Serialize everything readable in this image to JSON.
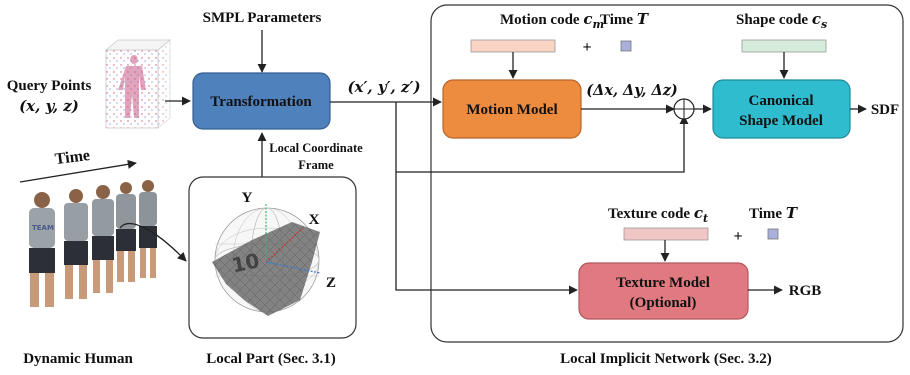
{
  "smpl": "SMPL Parameters",
  "query": {
    "title": "Query Points",
    "coords": "(x, y, z)"
  },
  "transformation": "Transformation",
  "transformed_coords": "(x′, y′, z′)",
  "local_frame": {
    "line1": "Local Coordinate",
    "line2": "Frame"
  },
  "time_arrow": "Time",
  "axes": {
    "x": "X",
    "y": "Y",
    "z": "Z"
  },
  "motion_code": {
    "label": "Motion code ",
    "symbol": "c",
    "sub": "m"
  },
  "motion_time": {
    "label": "Time ",
    "symbol": "T"
  },
  "shape_code": {
    "label": "Shape code ",
    "symbol": "c",
    "sub": "s"
  },
  "motion_model": "Motion Model",
  "delta": "(Δx, Δy, Δz)",
  "canonical": {
    "line1": "Canonical",
    "line2": "Shape Model"
  },
  "sdf": "SDF",
  "texture_code": {
    "label": "Texture code ",
    "symbol": "c",
    "sub": "t"
  },
  "texture_time": {
    "label": "Time ",
    "symbol": "T"
  },
  "texture_model": {
    "line1": "Texture Model",
    "line2": "(Optional)"
  },
  "rgb": "RGB",
  "plus": "+",
  "captions": {
    "dynamic_human": "Dynamic Human",
    "local_part": "Local Part (Sec. 3.1)",
    "local_network": "Local Implicit Network (Sec. 3.2)"
  },
  "colors": {
    "transformation": "#4f81bd",
    "motion": "#ed8b3f",
    "canonical": "#2fbccf",
    "texture": "#e07a80",
    "motion_code_bar": "#f9d3c4",
    "shape_code_bar": "#d4ecd9",
    "texture_code_bar": "#f1c7c6",
    "time_square": "#aab0dc"
  }
}
